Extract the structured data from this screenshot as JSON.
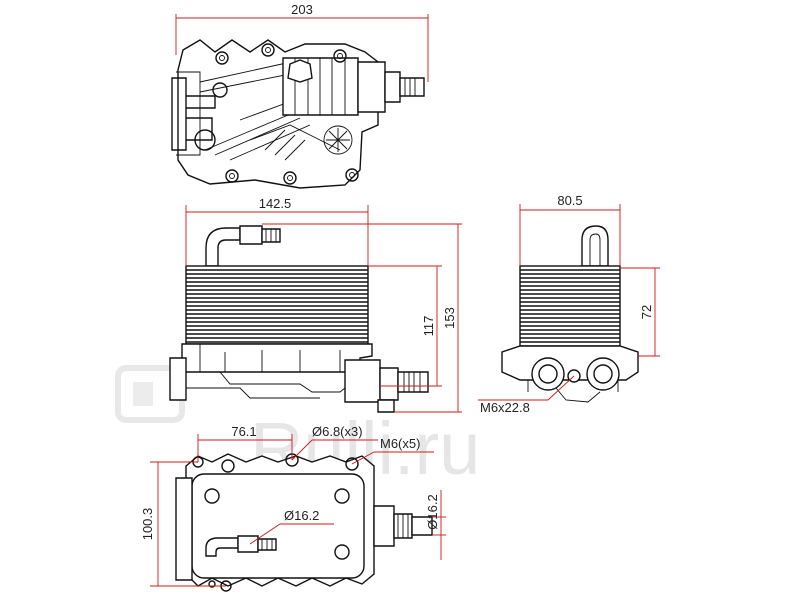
{
  "dimensions": {
    "top_width": "203",
    "front_width": "142.5",
    "front_height_inner": "117",
    "front_height_total": "153",
    "side_width": "80.5",
    "side_height": "72",
    "side_thread": "M6x22.8",
    "bottom_spacing": "76.1",
    "bottom_hole_dia": "Ø6.8(x3)",
    "bottom_thread": "M6(x5)",
    "bottom_height": "100.3",
    "port_dia_left": "Ø16.2",
    "port_dia_right": "Ø16.2"
  },
  "watermark": {
    "text": "Rulli.ru"
  },
  "colors": {
    "line": "#111111",
    "dimension": "#d01818",
    "watermark": "#e6e6e6"
  }
}
